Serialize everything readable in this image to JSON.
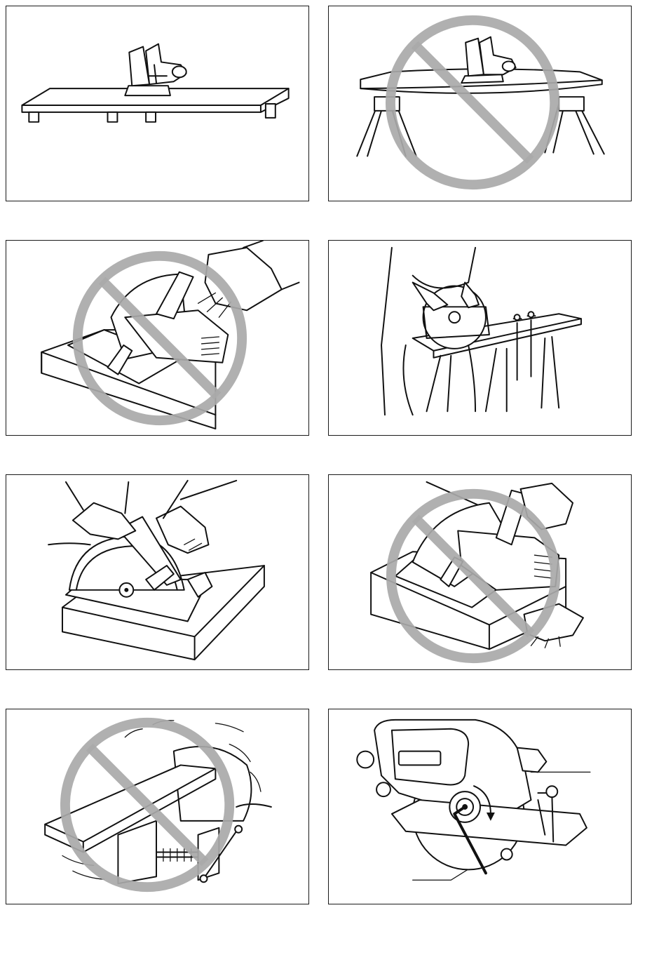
{
  "page": {
    "kind": "instruction-manual-illustrations",
    "accent_colors": {
      "line_art": "#111111",
      "prohibition_sign": "#a9a9a9"
    }
  },
  "figures": [
    {
      "id": "fig-1",
      "prohibited": false,
      "icon": "saw-on-fully-supported-board"
    },
    {
      "id": "fig-2",
      "prohibited": true,
      "icon": "saw-on-sagging-board-between-sawhorses"
    },
    {
      "id": "fig-3",
      "prohibited": true,
      "icon": "hand-in-front-of-saw"
    },
    {
      "id": "fig-4",
      "prohibited": false,
      "icon": "rip-cut-with-clamped-board"
    },
    {
      "id": "fig-5",
      "prohibited": false,
      "icon": "two-hand-grip-on-saw"
    },
    {
      "id": "fig-6",
      "prohibited": true,
      "icon": "hand-under-workpiece"
    },
    {
      "id": "fig-7",
      "prohibited": true,
      "icon": "workpiece-held-in-vise-vibrating"
    },
    {
      "id": "fig-8",
      "prohibited": false,
      "icon": "blade-removal-with-hex-wrench"
    }
  ]
}
